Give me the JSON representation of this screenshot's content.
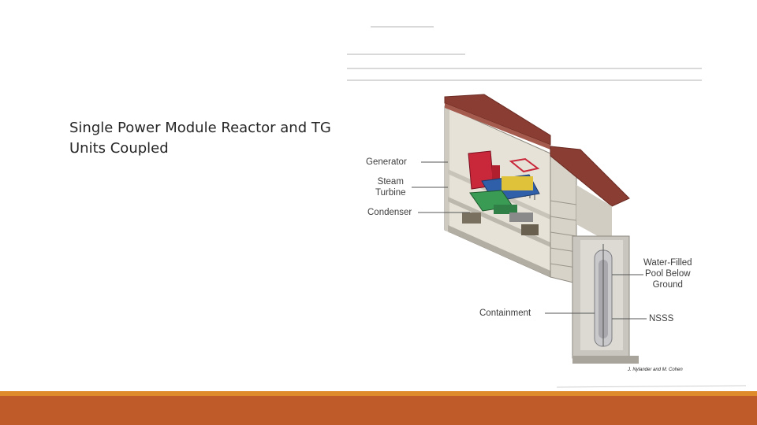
{
  "slide": {
    "title_lines": [
      "Single Power Module Reactor and TG",
      "Units Coupled"
    ]
  },
  "figure": {
    "labels": {
      "generator": "Generator",
      "steam_turbine": [
        "Steam",
        "Turbine"
      ],
      "condenser": "Condenser",
      "water_pool": [
        "Water-Filled",
        "Pool Below",
        "Ground"
      ],
      "containment": "Containment",
      "nsss": "NSSS"
    },
    "credit": "J. Nylander and M. Cohen"
  },
  "colors": {
    "footer_bar": "#bf5a29",
    "footer_accent": "#e08b2b",
    "roof": "#8a3d33",
    "generator": "#c8283a",
    "turbine": "#2f5fa8",
    "condenser": "#3a9b55"
  }
}
